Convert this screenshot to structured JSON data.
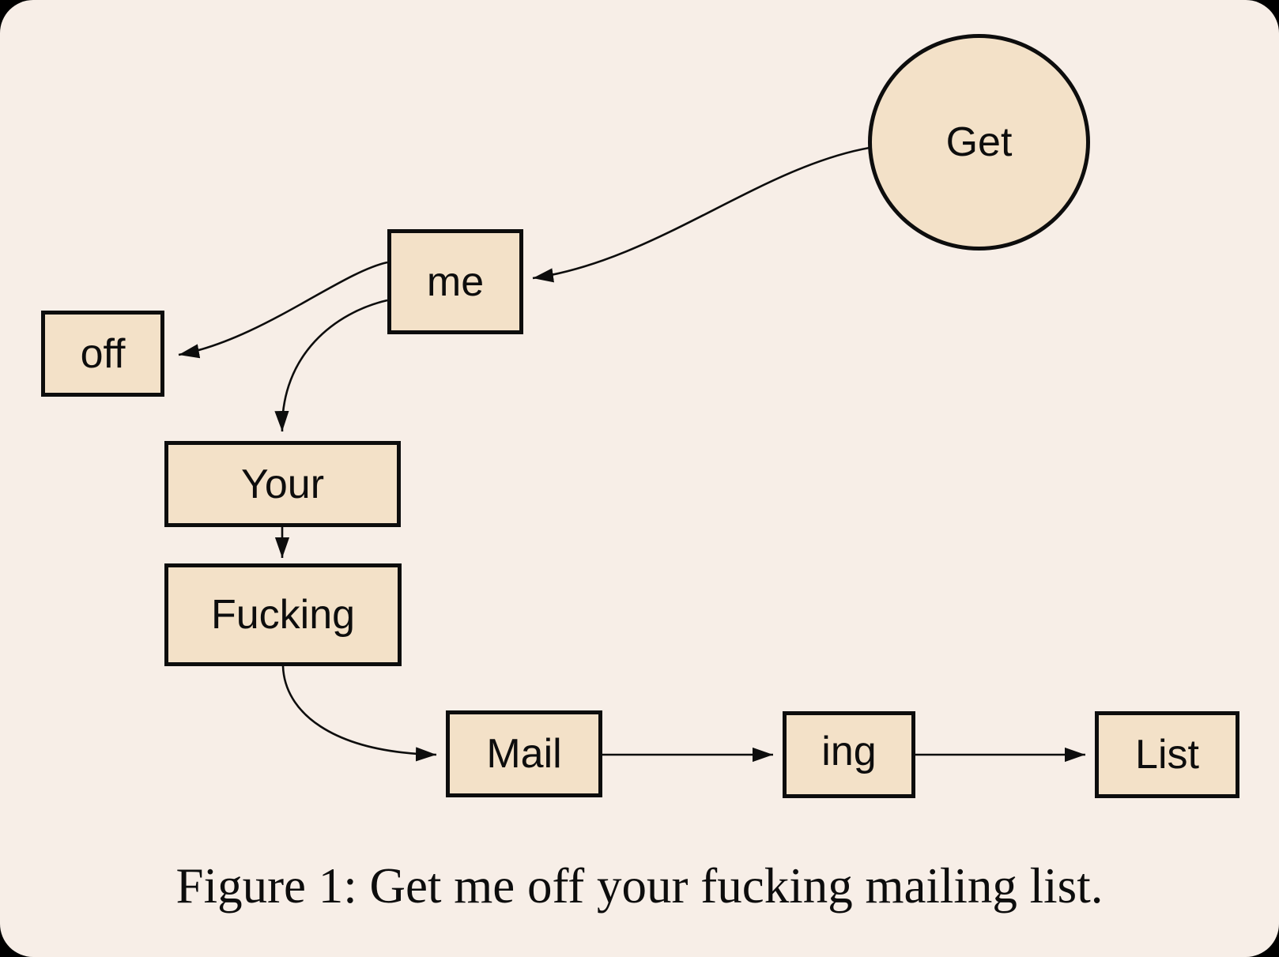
{
  "figure": {
    "caption": "Figure 1: Get me off your fucking mailing list.",
    "background_color": "#f7eee7",
    "node_fill_color": "#f3e1c8",
    "stroke_color": "#0d0d0d"
  },
  "nodes": [
    {
      "id": "get",
      "label": "Get",
      "shape": "ellipse"
    },
    {
      "id": "me",
      "label": "me",
      "shape": "box"
    },
    {
      "id": "off",
      "label": "off",
      "shape": "box"
    },
    {
      "id": "your",
      "label": "Your",
      "shape": "box"
    },
    {
      "id": "fucking",
      "label": "Fucking",
      "shape": "box"
    },
    {
      "id": "mail",
      "label": "Mail",
      "shape": "box"
    },
    {
      "id": "ing",
      "label": "ing",
      "shape": "box"
    },
    {
      "id": "list",
      "label": "List",
      "shape": "box"
    }
  ],
  "edges": [
    {
      "from": "get",
      "to": "me"
    },
    {
      "from": "me",
      "to": "off"
    },
    {
      "from": "me",
      "to": "your"
    },
    {
      "from": "your",
      "to": "fucking"
    },
    {
      "from": "fucking",
      "to": "mail"
    },
    {
      "from": "mail",
      "to": "ing"
    },
    {
      "from": "ing",
      "to": "list"
    }
  ]
}
